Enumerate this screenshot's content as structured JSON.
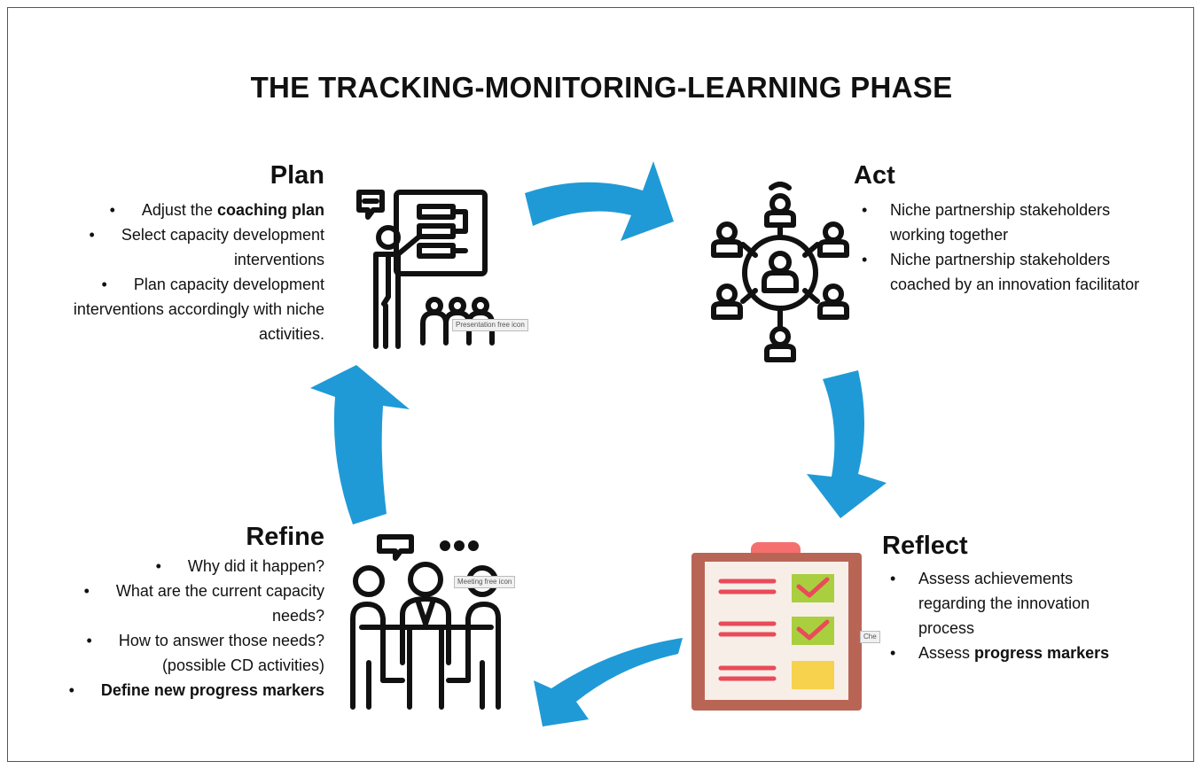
{
  "title": "THE TRACKING-MONITORING-LEARNING PHASE",
  "colors": {
    "arrow": "#1f9ad6",
    "icon_line": "#111111",
    "clipboard_frame": "#b96556",
    "clipboard_paper": "#f8eee8",
    "check_green": "#a9cf3f",
    "check_mark": "#e94b59",
    "todo_yellow": "#f7d24c",
    "clip_top": "#f56f6f"
  },
  "plan": {
    "heading": "Plan",
    "icon": "presentation-icon",
    "icon_tag": "Presentation free icon",
    "items": [
      {
        "pre": "Adjust the ",
        "bold": "coaching plan",
        "post": ""
      },
      {
        "pre": "Select capacity development interventions",
        "bold": "",
        "post": ""
      },
      {
        "pre": "Plan capacity development interventions accordingly with niche activities.",
        "bold": "",
        "post": ""
      }
    ]
  },
  "act": {
    "heading": "Act",
    "icon": "team-network-icon",
    "items": [
      {
        "pre": "Niche partnership stakeholders working together",
        "bold": "",
        "post": ""
      },
      {
        "pre": "Niche partnership stakeholders coached by an innovation facilitator",
        "bold": "",
        "post": ""
      }
    ]
  },
  "reflect": {
    "heading": "Reflect",
    "icon": "checklist-clipboard-icon",
    "icon_tag": "Che",
    "items": [
      {
        "pre": "Assess achievements regarding the innovation process",
        "bold": "",
        "post": ""
      },
      {
        "pre": "Assess ",
        "bold": "progress markers",
        "post": ""
      }
    ]
  },
  "refine": {
    "heading": "Refine",
    "icon": "meeting-icon",
    "icon_tag": "Meeting free icon",
    "items": [
      {
        "pre": "Why did it happen?",
        "bold": "",
        "post": ""
      },
      {
        "pre": "What are the current capacity needs?",
        "bold": "",
        "post": ""
      },
      {
        "pre": "How to answer those needs? (possible CD activities)",
        "bold": "",
        "post": ""
      },
      {
        "pre": "",
        "bold": "Define new progress markers",
        "post": ""
      }
    ]
  }
}
